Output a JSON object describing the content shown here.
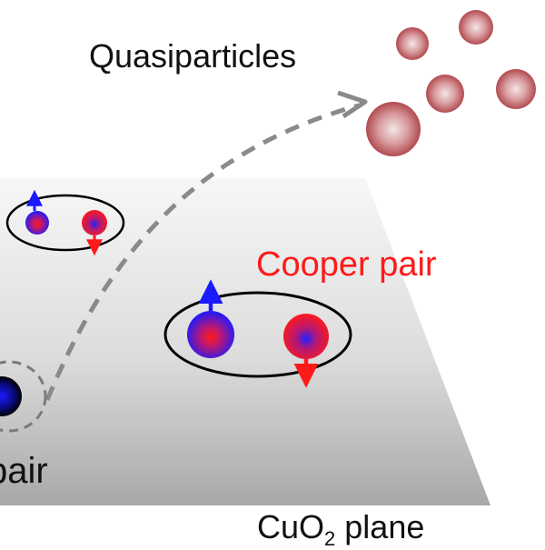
{
  "labels": {
    "quasiparticles": "Quasiparticles",
    "cooper_pair": "Cooper pair",
    "pair_fragment": "pair",
    "plane_prefix": "CuO",
    "plane_subscript": "2",
    "plane_suffix": " plane"
  },
  "colors": {
    "cooper_pair_label": "#ff1a1a",
    "electron_blue": "#1a1aff",
    "electron_red": "#ff1a1a",
    "quasiparticle": "#c0565c",
    "plane_dark": "#9a9a9a",
    "plane_light": "#f2f2f2",
    "arrow": "#8a8a8a"
  },
  "icons": {
    "spin_up": "arrow-up-icon",
    "spin_down": "arrow-down-icon",
    "quasiparticle": "sphere-icon"
  }
}
